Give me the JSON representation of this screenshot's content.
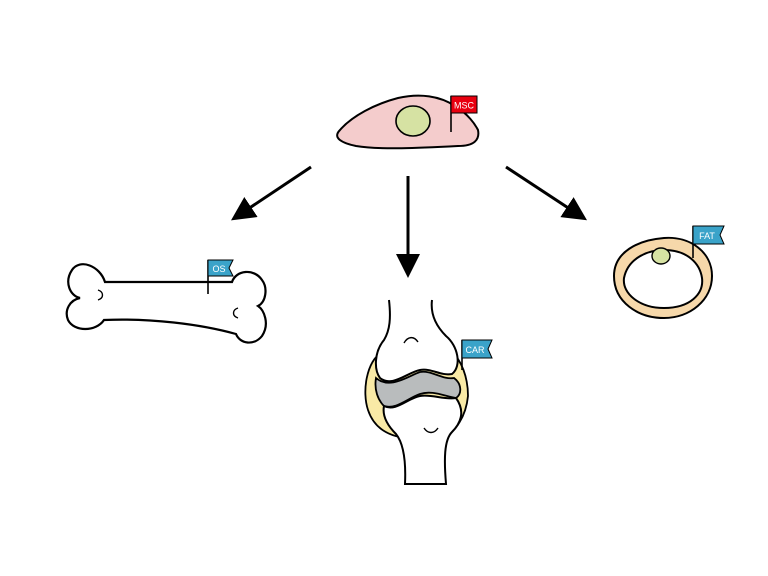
{
  "colors": {
    "background": "#ffffff",
    "outline": "#000000",
    "msc_cell_fill": "#f4cccc",
    "nucleus_fill": "#d6e2a3",
    "msc_flag": "#e8000f",
    "tag_flag": "#3aa3c9",
    "cartilage_fill": "#f9eaa6",
    "joint_gap_fill": "#b9bcbd",
    "fat_ring_fill": "#f6d8aa"
  },
  "nodes": {
    "msc": {
      "label": "MSC",
      "icon": "stem-cell-icon"
    },
    "os": {
      "label": "OS",
      "icon": "bone-icon"
    },
    "car": {
      "label": "CAR",
      "icon": "cartilage-joint-icon"
    },
    "fat": {
      "label": "FAT",
      "icon": "adipocyte-icon"
    }
  }
}
